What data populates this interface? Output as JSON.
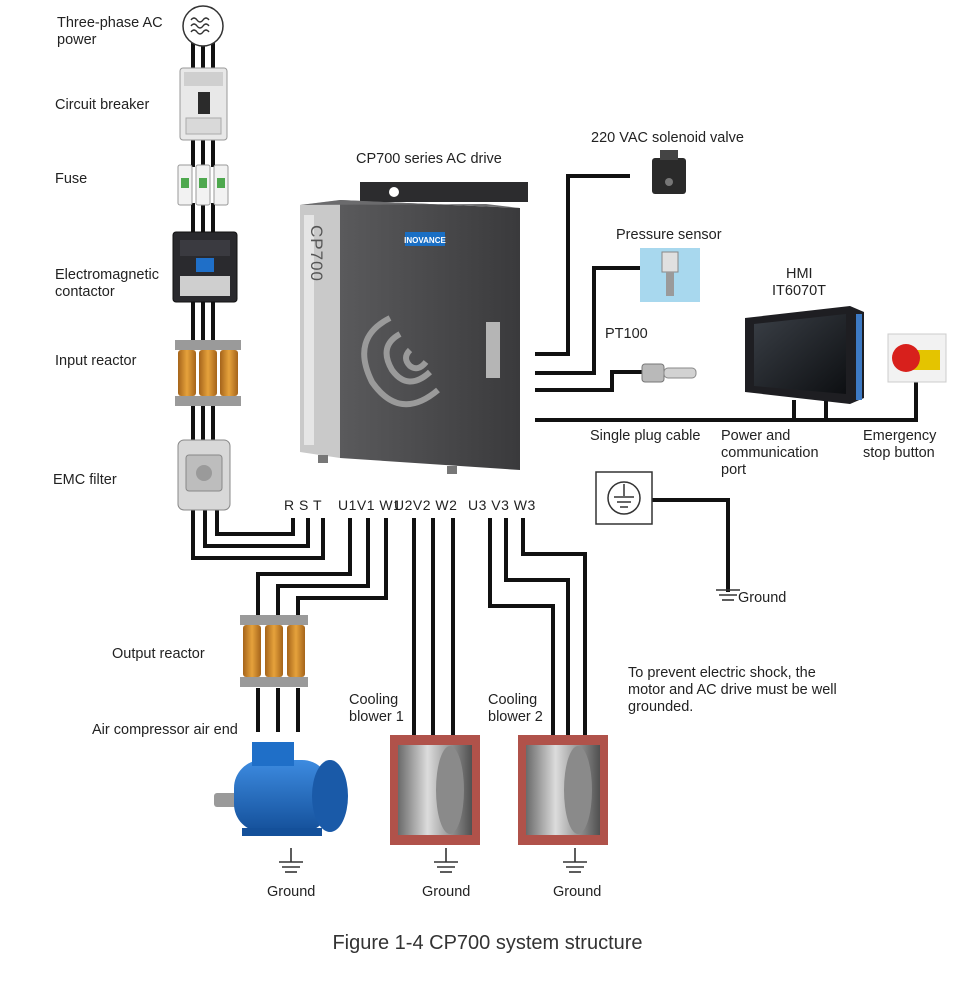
{
  "labels": {
    "ac_power": "Three-phase AC power",
    "breaker": "Circuit breaker",
    "fuse": "Fuse",
    "contactor": "Electromagnetic contactor",
    "input_reactor": "Input reactor",
    "emc_filter": "EMC filter",
    "drive": "CP700 series AC drive",
    "solenoid": "220 VAC solenoid valve",
    "pressure": "Pressure sensor",
    "pt100": "PT100",
    "hmi_line1": "HMI",
    "hmi_line2": "IT6070T",
    "single_plug": "Single plug cable",
    "power_comm": "Power and communication port",
    "estop": "Emergency stop button",
    "ground_label": "Ground",
    "output_reactor": "Output reactor",
    "air_end": "Air compressor air end",
    "blower1": "Cooling blower 1",
    "blower2": "Cooling blower 2",
    "note": "To prevent electric shock, the motor and AC drive must be well grounded.",
    "caption": "Figure 1-4  CP700 system structure"
  },
  "drive_text": {
    "side": "CP700",
    "brand": "INOVANCE"
  },
  "terminals": {
    "input": "R S T",
    "out1": "U1V1 W1",
    "out2": "U2V2 W2",
    "out3": "U3 V3 W3"
  },
  "grounds": {
    "g_right": "Ground",
    "g_motor": "Ground",
    "g_blower1": "Ground",
    "g_blower2": "Ground"
  },
  "colors": {
    "drive_body": "#4a4a4c",
    "drive_side": "#b9b9b9",
    "brand_badge": "#1a6fc4",
    "motor_blue": "#1f6fc8",
    "reactor_coil": "#d08a2a",
    "blower_red": "#b0524a",
    "estop_red": "#d8201c",
    "sensor_blue": "#a8d8ee"
  }
}
